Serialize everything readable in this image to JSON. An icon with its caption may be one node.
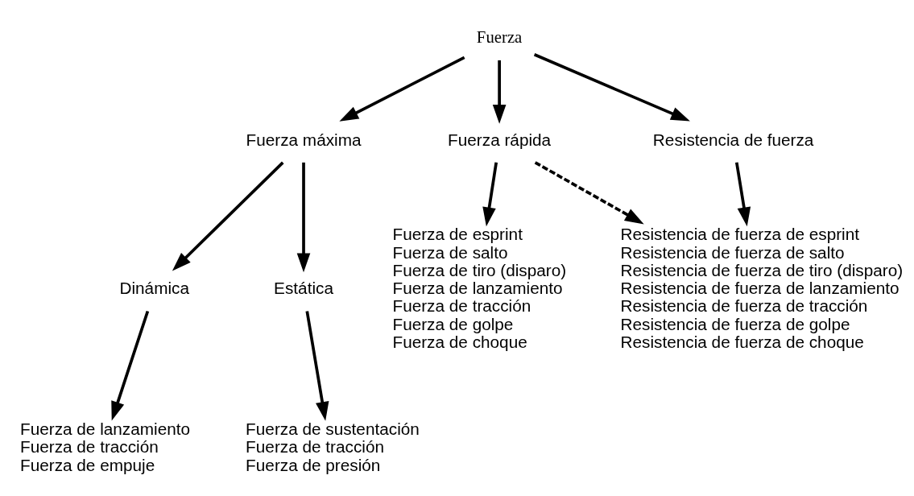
{
  "diagram": {
    "nodes": [
      {
        "text": [
          "Fuerza"
        ]
      },
      {
        "text": [
          "Fuerza máxima"
        ]
      },
      {
        "text": [
          "Fuerza rápida"
        ]
      },
      {
        "text": [
          "Resistencia de fuerza"
        ]
      },
      {
        "text": [
          "Dinámica"
        ]
      },
      {
        "text": [
          "Estática"
        ]
      },
      {
        "text": [
          "Fuerza de lanzamiento",
          "Fuerza de tracción",
          "Fuerza de empuje"
        ]
      },
      {
        "text": [
          "Fuerza de sustentación",
          "Fuerza de tracción",
          "Fuerza de presión"
        ]
      },
      {
        "text": [
          "Fuerza de esprint",
          "Fuerza de salto",
          "Fuerza de tiro (disparo)",
          "Fuerza de lanzamiento",
          "Fuerza de tracción",
          "Fuerza de golpe",
          "Fuerza de choque"
        ]
      },
      {
        "text": [
          "Resistencia de fuerza de esprint",
          "Resistencia de fuerza de salto",
          "Resistencia de fuerza de tiro (disparo)",
          "Resistencia de fuerza de lanzamiento",
          "Resistencia de fuerza de tracción",
          "Resistencia de fuerza de golpe",
          "Resistencia de fuerza de choque"
        ]
      }
    ],
    "edges": [
      {
        "from": 0,
        "to": 1,
        "arrow": "to"
      },
      {
        "from": 0,
        "to": 2,
        "arrow": "to"
      },
      {
        "from": 0,
        "to": 3,
        "arrow": "to"
      },
      {
        "from": 1,
        "to": 4,
        "arrow": "to"
      },
      {
        "from": 1,
        "to": 5,
        "arrow": "to"
      },
      {
        "from": 4,
        "to": 6,
        "arrow": "to"
      },
      {
        "from": 5,
        "to": 7,
        "arrow": "to"
      },
      {
        "from": 2,
        "to": 8,
        "arrow": "to"
      },
      {
        "from": 2,
        "to": 9,
        "arrow": "to",
        "style": "dashed"
      },
      {
        "from": 3,
        "to": 9,
        "arrow": "to"
      }
    ]
  }
}
